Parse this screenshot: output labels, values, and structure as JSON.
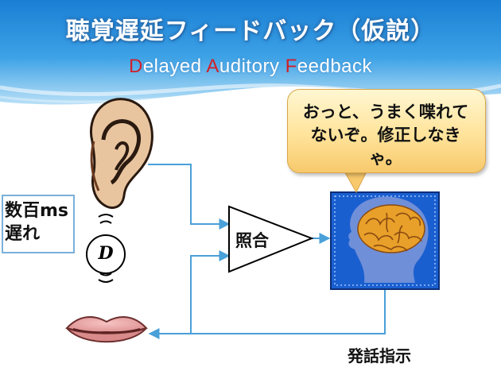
{
  "title": {
    "main": "聴覚遅延フィードバック（仮説）",
    "sub_parts": [
      {
        "text": "D",
        "accent": true
      },
      {
        "text": "elayed ",
        "accent": false
      },
      {
        "text": "A",
        "accent": true
      },
      {
        "text": "uditory ",
        "accent": false
      },
      {
        "text": "F",
        "accent": true
      },
      {
        "text": "eedback",
        "accent": false
      }
    ]
  },
  "speech_bubble": {
    "text": "おっと、うまく喋れて\nないぞ。修正しなきゃ。"
  },
  "delay": {
    "box_text": "数百ms\n遅れ",
    "symbol": "D"
  },
  "comparator": {
    "label": "照合"
  },
  "command": {
    "label": "発話指示"
  },
  "colors": {
    "header_blue": "#1f86d6",
    "accent_red": "#d0202a",
    "arrow_blue": "#4aa0d8",
    "brain_bg": "#1a5fd0",
    "bubble_fill": "#ffe39a"
  },
  "icons": [
    "ear-icon",
    "mouth-icon",
    "brain-head-icon",
    "sound-wave-icon"
  ]
}
